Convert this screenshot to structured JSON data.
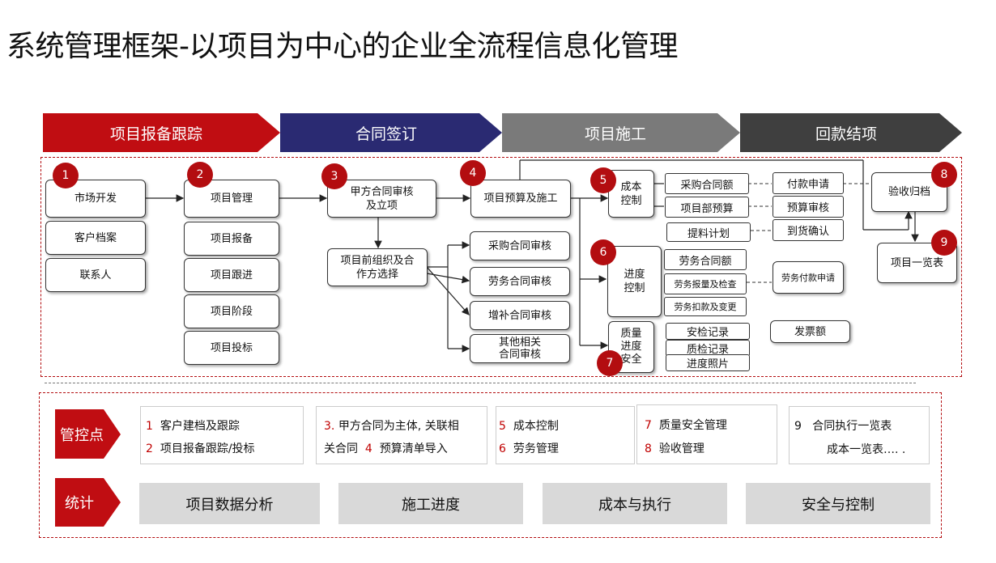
{
  "title": "系统管理框架-以项目为中心的企业全流程信息化管理",
  "phases": [
    "项目报备跟踪",
    "合同签订",
    "项目施工",
    "回款结项"
  ],
  "phase_colors": [
    "#c00d12",
    "#2a2a72",
    "#7a7a7a",
    "#3f3f3f"
  ],
  "steps": {
    "n1": "1",
    "n2": "2",
    "n3": "3",
    "n4": "4",
    "n5": "5",
    "n6": "6",
    "n7": "7",
    "n8": "8",
    "n9": "9"
  },
  "col1": [
    "市场开发",
    "客户档案",
    "联系人"
  ],
  "col2": [
    "项目管理",
    "项目报备",
    "项目跟进",
    "项目阶段",
    "项目投标"
  ],
  "col3": {
    "main": "甲方合同审核\n及立项",
    "sub": "项目前组织及合\n作方选择"
  },
  "contracts": [
    "采购合同审核",
    "劳务合同审核",
    "增补合同审核",
    "其他相关\n合同审核"
  ],
  "budget": "项目预算及施工",
  "cost": {
    "label": "成本\n控制",
    "items": [
      "采购合同额",
      "项目部预算",
      "提料计划"
    ],
    "right": [
      "付款申请",
      "预算审核",
      "到货确认"
    ]
  },
  "progress": {
    "label": "进度\n控制",
    "items": [
      "劳务合同额",
      "劳务报量及检查",
      "劳务扣款及变更"
    ],
    "right": "劳务付款申请"
  },
  "quality": {
    "label": "质量\n进度\n安全",
    "items": [
      "安检记录",
      "质检记录",
      "进度照片"
    ]
  },
  "invoice": "发票额",
  "acceptance": "验收归档",
  "project_list": "项目一览表",
  "controls": {
    "tag": "管控点",
    "p1": [
      {
        "n": "1",
        "t": "客户建档及跟踪"
      },
      {
        "n": "2",
        "t": "项目报备跟踪/投标"
      }
    ],
    "p2": {
      "a_n": "3.",
      "a_t": "甲方合同为主体, 关联相",
      "b_t": "关合同",
      "b_n": "4",
      "b_t2": "预算清单导入"
    },
    "p3": [
      {
        "n": "5",
        "t": "成本控制"
      },
      {
        "n": "6",
        "t": "劳务管理"
      }
    ],
    "p4": [
      {
        "n": "7",
        "t": "质量安全管理"
      },
      {
        "n": "8",
        "t": "验收管理"
      }
    ],
    "p5": {
      "n": "9",
      "t": "合同执行一览表",
      "t2": "成本一览表…. ."
    }
  },
  "stats": {
    "tag": "统计",
    "items": [
      "项目数据分析",
      "施工进度",
      "成本与执行",
      "安全与控制"
    ]
  }
}
